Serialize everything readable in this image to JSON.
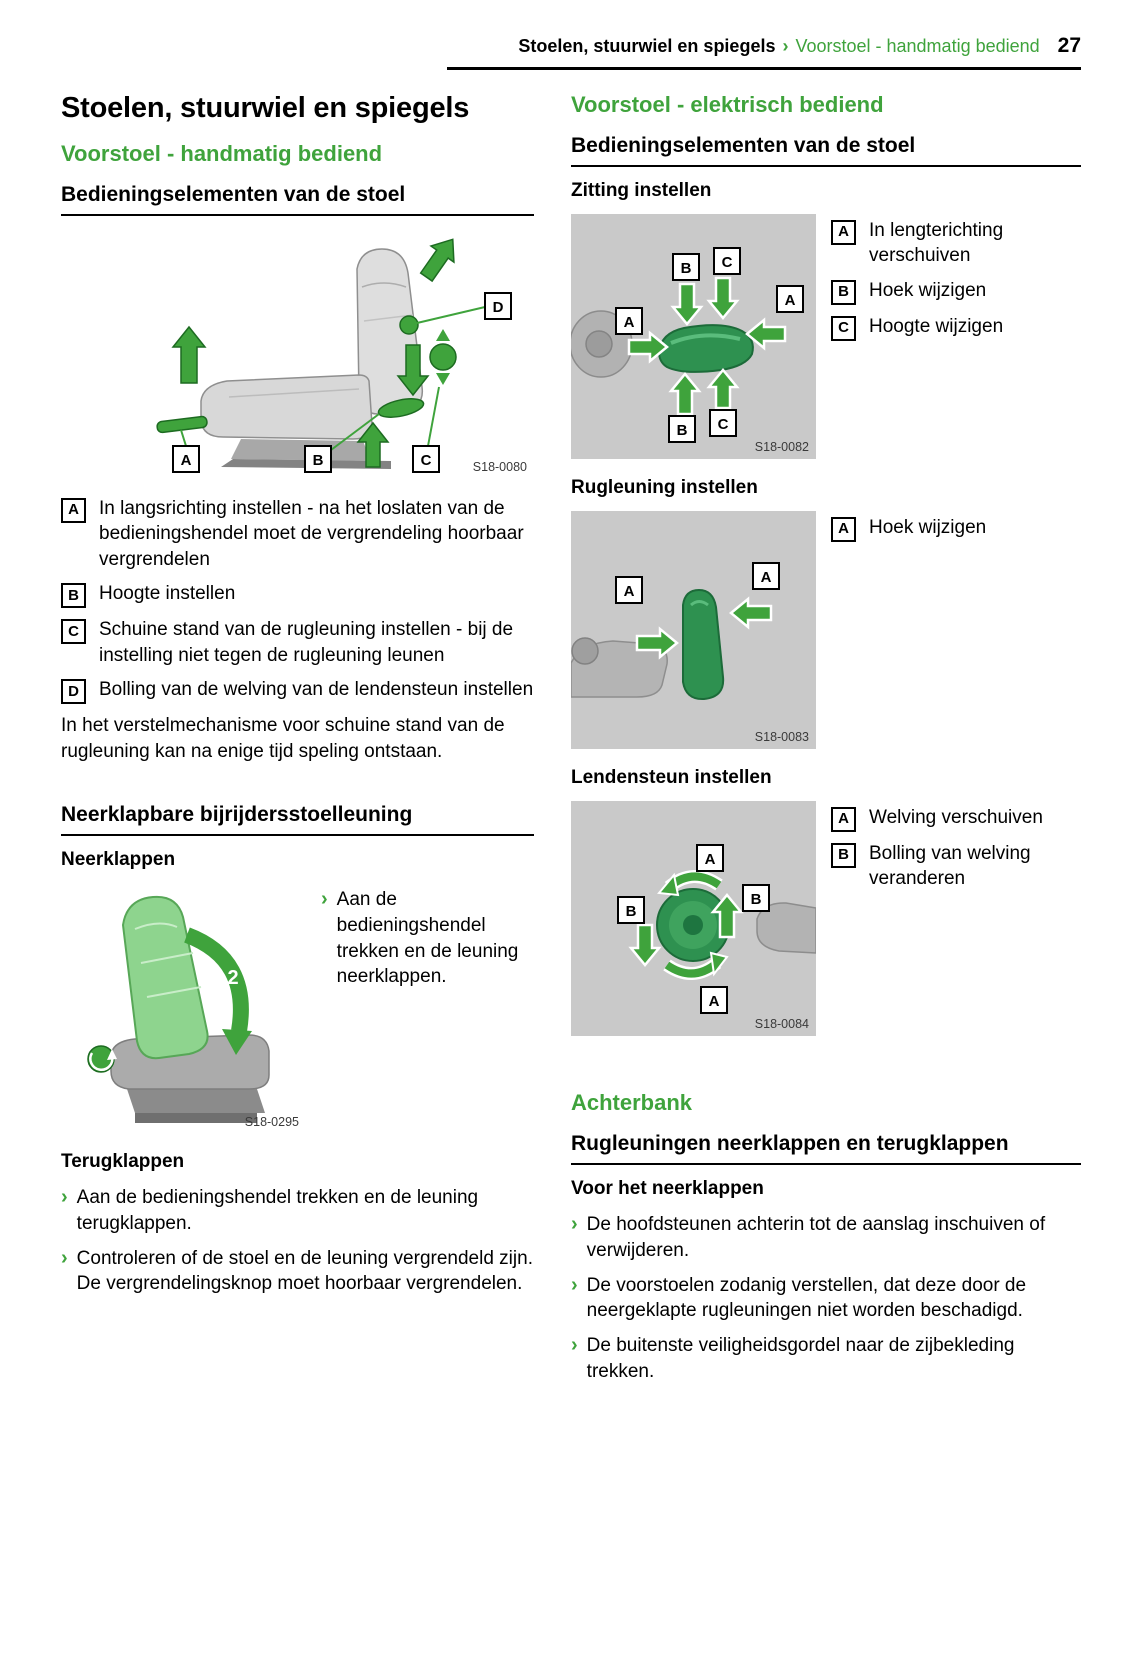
{
  "colors": {
    "green": "#3fa33c",
    "figure_bg": "#c9c9c9"
  },
  "glyphs": {
    "bullet": "›"
  },
  "header": {
    "section": "Stoelen, stuurwiel en spiegels",
    "separator": "›",
    "subsection": "Voorstoel - handmatig bediend",
    "page_number": "27"
  },
  "left": {
    "page_title": "Stoelen, stuurwiel en spiegels",
    "manual": {
      "heading": "Voorstoel - handmatig bediend",
      "controls_heading": "Bedieningselementen van de stoel",
      "figure": {
        "caption": "S18-0080"
      },
      "legend": [
        {
          "key": "A",
          "text": "In langsrichting instellen - na het loslaten van de bedieningshendel moet de vergrendeling hoorbaar vergrendelen"
        },
        {
          "key": "B",
          "text": "Hoogte instellen"
        },
        {
          "key": "C",
          "text": "Schuine stand van de rugleuning instellen - bij de instelling niet tegen de rugleuning leunen"
        },
        {
          "key": "D",
          "text": "Bolling van de welving van de lendensteun instellen"
        }
      ],
      "note": "In het verstelmechanisme voor schuine stand van de rugleuning kan na enige tijd speling ontstaan."
    },
    "fold": {
      "heading": "Neerklapbare bijrijdersstoelleuning",
      "down_heading": "Neerklappen",
      "figure": {
        "caption": "S18-0295",
        "step_label": "2"
      },
      "down_step": "Aan de bedieningshendel trekken en de leuning neerklappen.",
      "up_heading": "Terugklappen",
      "up_steps": [
        "Aan de bedieningshendel trekken en de leuning terugklappen.",
        "Controleren of de stoel en de leuning vergrendeld zijn. De vergrendelingsknop moet hoorbaar vergrendelen."
      ]
    }
  },
  "right": {
    "electric": {
      "heading": "Voorstoel - elektrisch bediend",
      "controls_heading": "Bedieningselementen van de stoel",
      "seat": {
        "heading": "Zitting instellen",
        "figure": {
          "caption": "S18-0082"
        },
        "legend": [
          {
            "key": "A",
            "text": "In lengterichting verschuiven"
          },
          {
            "key": "B",
            "text": "Hoek wijzigen"
          },
          {
            "key": "C",
            "text": "Hoogte wijzigen"
          }
        ]
      },
      "backrest": {
        "heading": "Rugleuning instellen",
        "figure": {
          "caption": "S18-0083"
        },
        "legend": [
          {
            "key": "A",
            "text": "Hoek wijzigen"
          }
        ]
      },
      "lumbar": {
        "heading": "Lendensteun instellen",
        "figure": {
          "caption": "S18-0084"
        },
        "legend": [
          {
            "key": "A",
            "text": "Welving verschuiven"
          },
          {
            "key": "B",
            "text": "Bolling van welving veranderen"
          }
        ]
      }
    },
    "rear": {
      "heading": "Achterbank",
      "sub_heading": "Rugleuningen neerklappen en terugklappen",
      "before_heading": "Voor het neerklappen",
      "steps": [
        "De hoofdsteunen achterin tot de aanslag inschuiven of verwijderen.",
        "De voorstoelen zodanig verstellen, dat deze door de neergeklapte rugleuningen niet worden beschadigd.",
        "De buitenste veiligheidsgordel naar de zijbekleding trekken."
      ]
    }
  }
}
